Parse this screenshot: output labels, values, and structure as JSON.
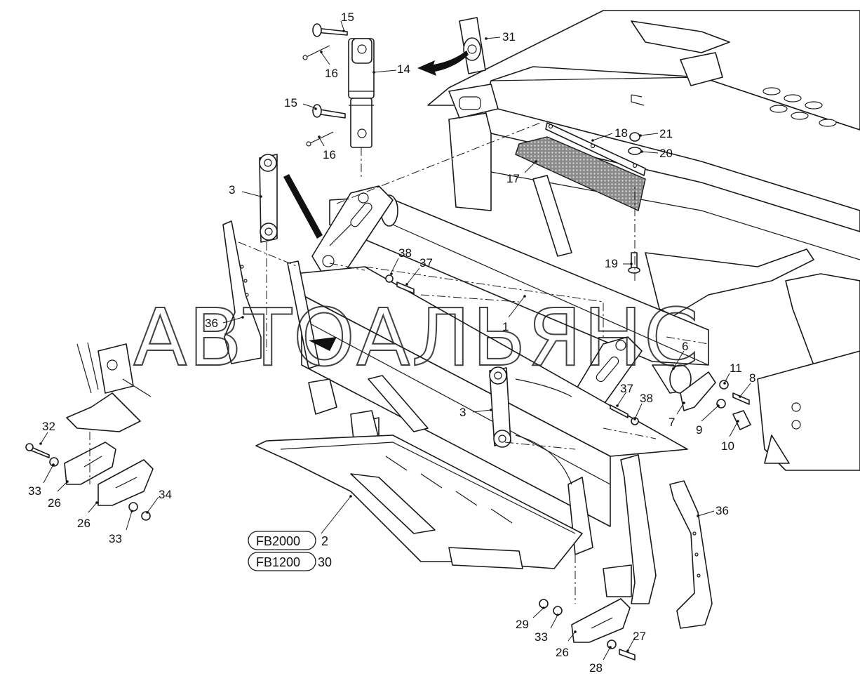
{
  "watermark": "АВТОАЛЬЯНС",
  "models": [
    {
      "code": "FB2000",
      "ref": "2"
    },
    {
      "code": "FB1200",
      "ref": "30"
    }
  ],
  "callouts": {
    "c1": "1",
    "c3a": "3",
    "c3b": "3",
    "c6": "6",
    "c7": "7",
    "c8": "8",
    "c9": "9",
    "c10": "10",
    "c11": "11",
    "c14": "14",
    "c15a": "15",
    "c15b": "15",
    "c16a": "16",
    "c16b": "16",
    "c17": "17",
    "c18": "18",
    "c19": "19",
    "c20": "20",
    "c21": "21",
    "c26a": "26",
    "c26b": "26",
    "c26c": "26",
    "c27": "27",
    "c28": "28",
    "c29": "29",
    "c31": "31",
    "c32": "32",
    "c33a": "33",
    "c33b": "33",
    "c33c": "33",
    "c34": "34",
    "c36a": "36",
    "c36b": "36",
    "c37a": "37",
    "c37b": "37",
    "c38a": "38",
    "c38b": "38"
  }
}
